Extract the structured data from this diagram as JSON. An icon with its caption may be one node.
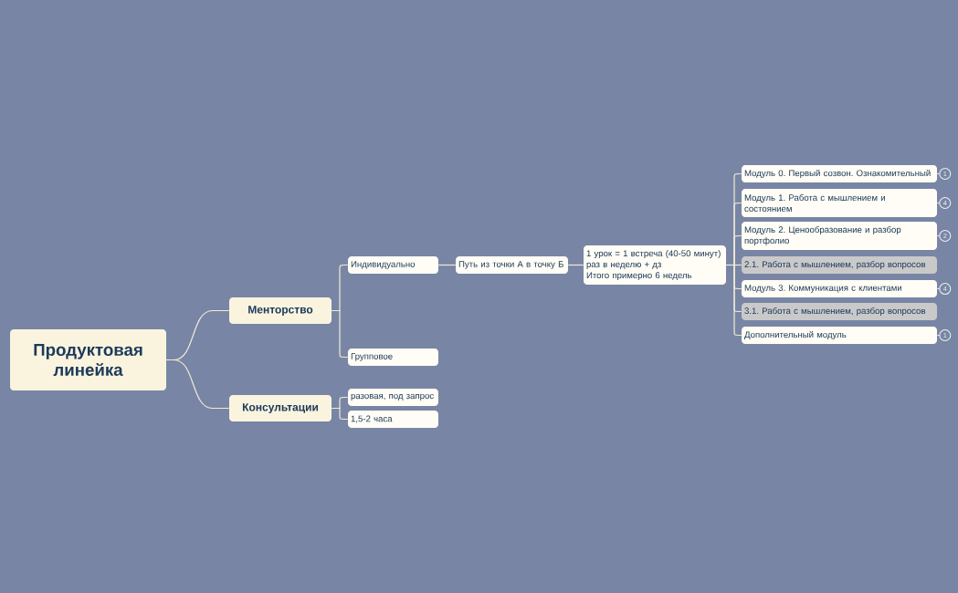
{
  "diagram": {
    "nodes": [
      {
        "text": [
          "Продуктовая линейка"
        ]
      },
      {
        "text": [
          "Менторство"
        ]
      },
      {
        "text": [
          "Индивидуально"
        ]
      },
      {
        "text": [
          "Путь из точки А в точку Б"
        ]
      },
      {
        "text": [
          "1 урок = 1 встреча (40-50 минут)",
          "раз в неделю + дз",
          "Итого примерно 6 недель"
        ]
      },
      {
        "text": [
          "Модуль 0. Первый созвон. Ознакомительный"
        ],
        "beside": [
          "1"
        ]
      },
      {
        "text": [
          "Модуль 1. Работа с мышлением и состоянием"
        ],
        "beside": [
          "4"
        ]
      },
      {
        "text": [
          "Модуль 2. Ценообразование и разбор портфолио"
        ],
        "beside": [
          "2"
        ]
      },
      {
        "text": [
          "2.1. Работа с мышлением, разбор вопросов"
        ]
      },
      {
        "text": [
          "Модуль 3. Коммуникация с клиентами"
        ],
        "beside": [
          "4"
        ]
      },
      {
        "text": [
          "3.1. Работа с мышлением, разбор вопросов"
        ]
      },
      {
        "text": [
          "Дополнительный модуль"
        ],
        "beside": [
          "1"
        ]
      },
      {
        "text": [
          "Групповое"
        ]
      },
      {
        "text": [
          "Консультации"
        ]
      },
      {
        "text": [
          "разовая, под запрос"
        ]
      },
      {
        "text": [
          "1,5-2 часа"
        ]
      }
    ],
    "edges": [
      {
        "from": 0,
        "to": 1,
        "arrow": "none"
      },
      {
        "from": 0,
        "to": 13,
        "arrow": "none"
      },
      {
        "from": 1,
        "to": 2,
        "arrow": "none"
      },
      {
        "from": 1,
        "to": 12,
        "arrow": "none"
      },
      {
        "from": 2,
        "to": 3,
        "arrow": "none"
      },
      {
        "from": 3,
        "to": 4,
        "arrow": "none"
      },
      {
        "from": 4,
        "to": 5,
        "arrow": "none"
      },
      {
        "from": 4,
        "to": 6,
        "arrow": "none"
      },
      {
        "from": 4,
        "to": 7,
        "arrow": "none"
      },
      {
        "from": 4,
        "to": 8,
        "arrow": "none"
      },
      {
        "from": 4,
        "to": 9,
        "arrow": "none"
      },
      {
        "from": 4,
        "to": 10,
        "arrow": "none"
      },
      {
        "from": 4,
        "to": 11,
        "arrow": "none"
      },
      {
        "from": 13,
        "to": 14,
        "arrow": "none"
      },
      {
        "from": 13,
        "to": 15,
        "arrow": "none"
      }
    ]
  }
}
